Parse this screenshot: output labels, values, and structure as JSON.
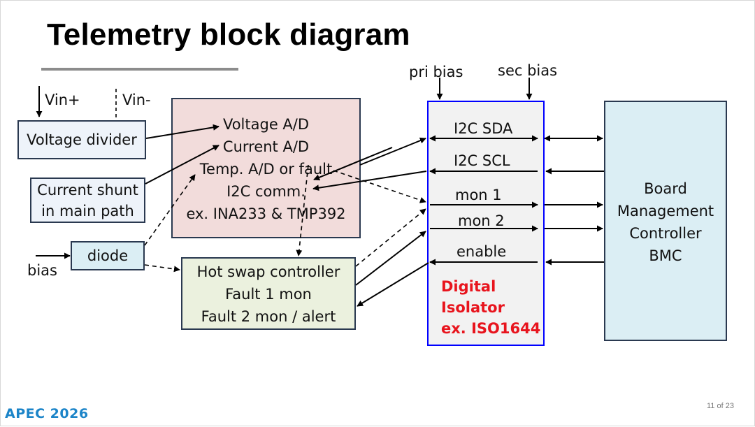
{
  "slide": {
    "title": "Telemetry block diagram",
    "page_indicator": "11 of 23",
    "logo": "APEC 2026"
  },
  "inputs": {
    "vin_plus": "Vin+",
    "vin_minus": "Vin-",
    "bias": "bias",
    "pri_bias": "pri bias",
    "sec_bias": "sec bias"
  },
  "blocks": {
    "voltage_divider": "Voltage divider",
    "current_shunt": [
      "Current shunt",
      "in main path"
    ],
    "diode": "diode",
    "monitor": [
      "Voltage A/D",
      "Current A/D",
      "Temp. A/D or fault",
      "I2C comm.",
      "ex. INA233 & TMP392"
    ],
    "hot_swap": [
      "Hot swap controller",
      "Fault 1 mon",
      "Fault 2 mon / alert"
    ],
    "isolator_red": [
      "Digital",
      "Isolator",
      "ex. ISO1644"
    ],
    "bmc": [
      "Board",
      "Management",
      "Controller",
      "BMC"
    ]
  },
  "channels": [
    "I2C SDA",
    "I2C SCL",
    "mon 1",
    "mon 2",
    "enable"
  ],
  "colors": {
    "monitor_fill": "#f2dcdb",
    "hot_swap_fill": "#ebf1de",
    "blue_box_fill": "#dbeef4",
    "light_box_fill": "#eef3fa",
    "isolator_fill": "#f2f2f2",
    "isolator_border": "#0000ff",
    "isolator_text": "#e8141d",
    "logo": "#1b84c8"
  }
}
